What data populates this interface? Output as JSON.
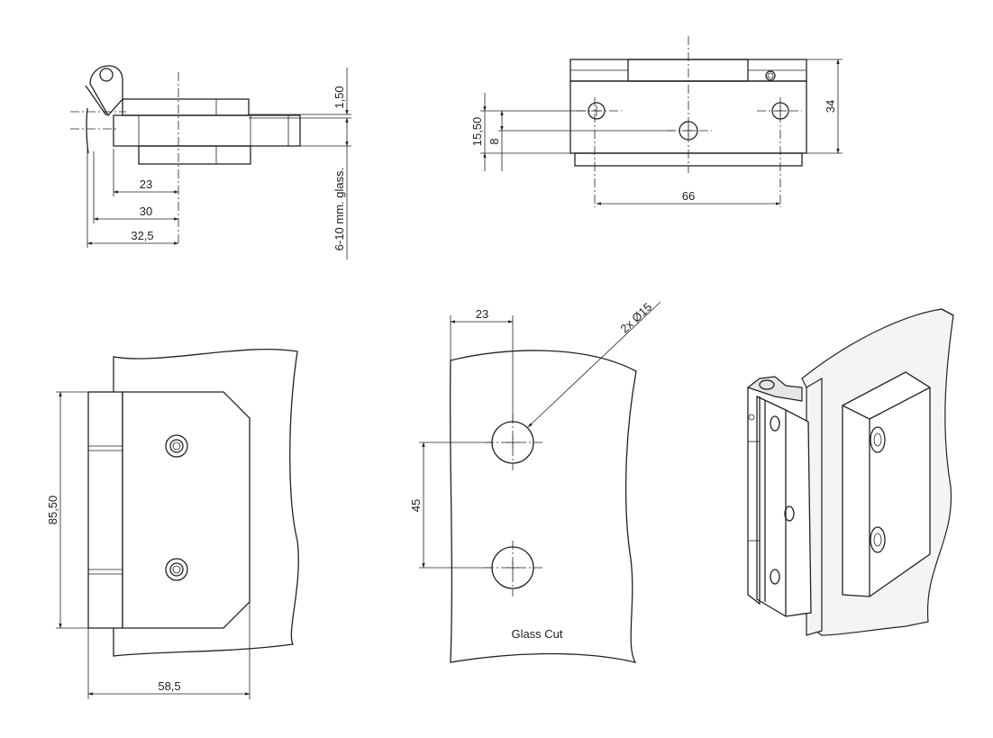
{
  "side_view": {
    "dim_thickness": "1,50",
    "dim_glass": "6-10 mm. glass.",
    "dim_23": "23",
    "dim_30": "30",
    "dim_32_5": "32,5"
  },
  "top_view": {
    "dim_15_50": "15,50",
    "dim_8": "8",
    "dim_34": "34",
    "dim_66": "66"
  },
  "front_view": {
    "dim_height": "85,50",
    "dim_width": "58,5"
  },
  "glass_cut": {
    "label": "Glass Cut",
    "dim_23": "23",
    "dim_45": "45",
    "dim_holes": "2x  Ø15"
  }
}
